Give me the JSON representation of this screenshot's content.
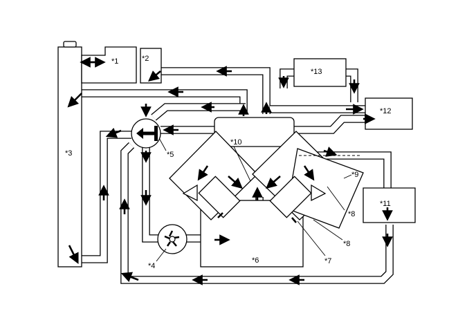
{
  "diagram": {
    "labels": {
      "c1": "*1",
      "c2": "*2",
      "c3": "*3",
      "c4": "*4",
      "c5": "*5",
      "c6": "*6",
      "c7": "*7",
      "c8a": "*8",
      "c8b": "*8",
      "c9": "*9",
      "c10": "*10",
      "c11": "*11",
      "c12": "*12",
      "c13": "*13"
    }
  }
}
